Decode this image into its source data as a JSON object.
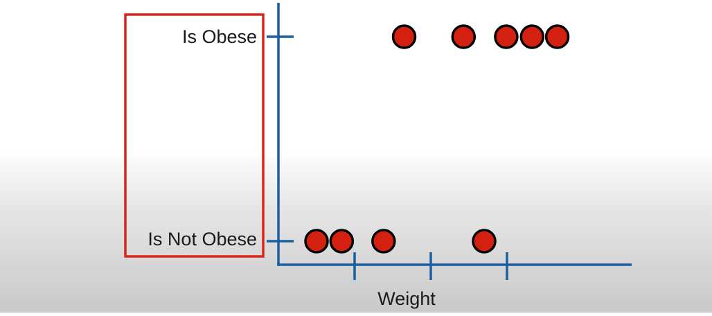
{
  "chart_data": {
    "type": "scatter",
    "title": "",
    "xlabel": "Weight",
    "ylabel": "",
    "y_categories": [
      "Is Not Obese",
      "Is Obese"
    ],
    "x_ticks": [
      1,
      2,
      3
    ],
    "x_tick_labels": [],
    "xlim": [
      0,
      3.6
    ],
    "points": [
      {
        "x": 0.5,
        "y": "Is Not Obese"
      },
      {
        "x": 0.83,
        "y": "Is Not Obese"
      },
      {
        "x": 1.38,
        "y": "Is Not Obese"
      },
      {
        "x": 2.7,
        "y": "Is Not Obese"
      },
      {
        "x": 1.65,
        "y": "Is Obese"
      },
      {
        "x": 2.43,
        "y": "Is Obese"
      },
      {
        "x": 2.99,
        "y": "Is Obese"
      },
      {
        "x": 3.33,
        "y": "Is Obese"
      },
      {
        "x": 3.66,
        "y": "Is Obese"
      }
    ],
    "grid": false,
    "legend": "none",
    "colors": {
      "axis": "#1a5fa0",
      "point_fill": "#d42010",
      "point_stroke": "#000000",
      "highlight_box": "#d9261c"
    }
  }
}
